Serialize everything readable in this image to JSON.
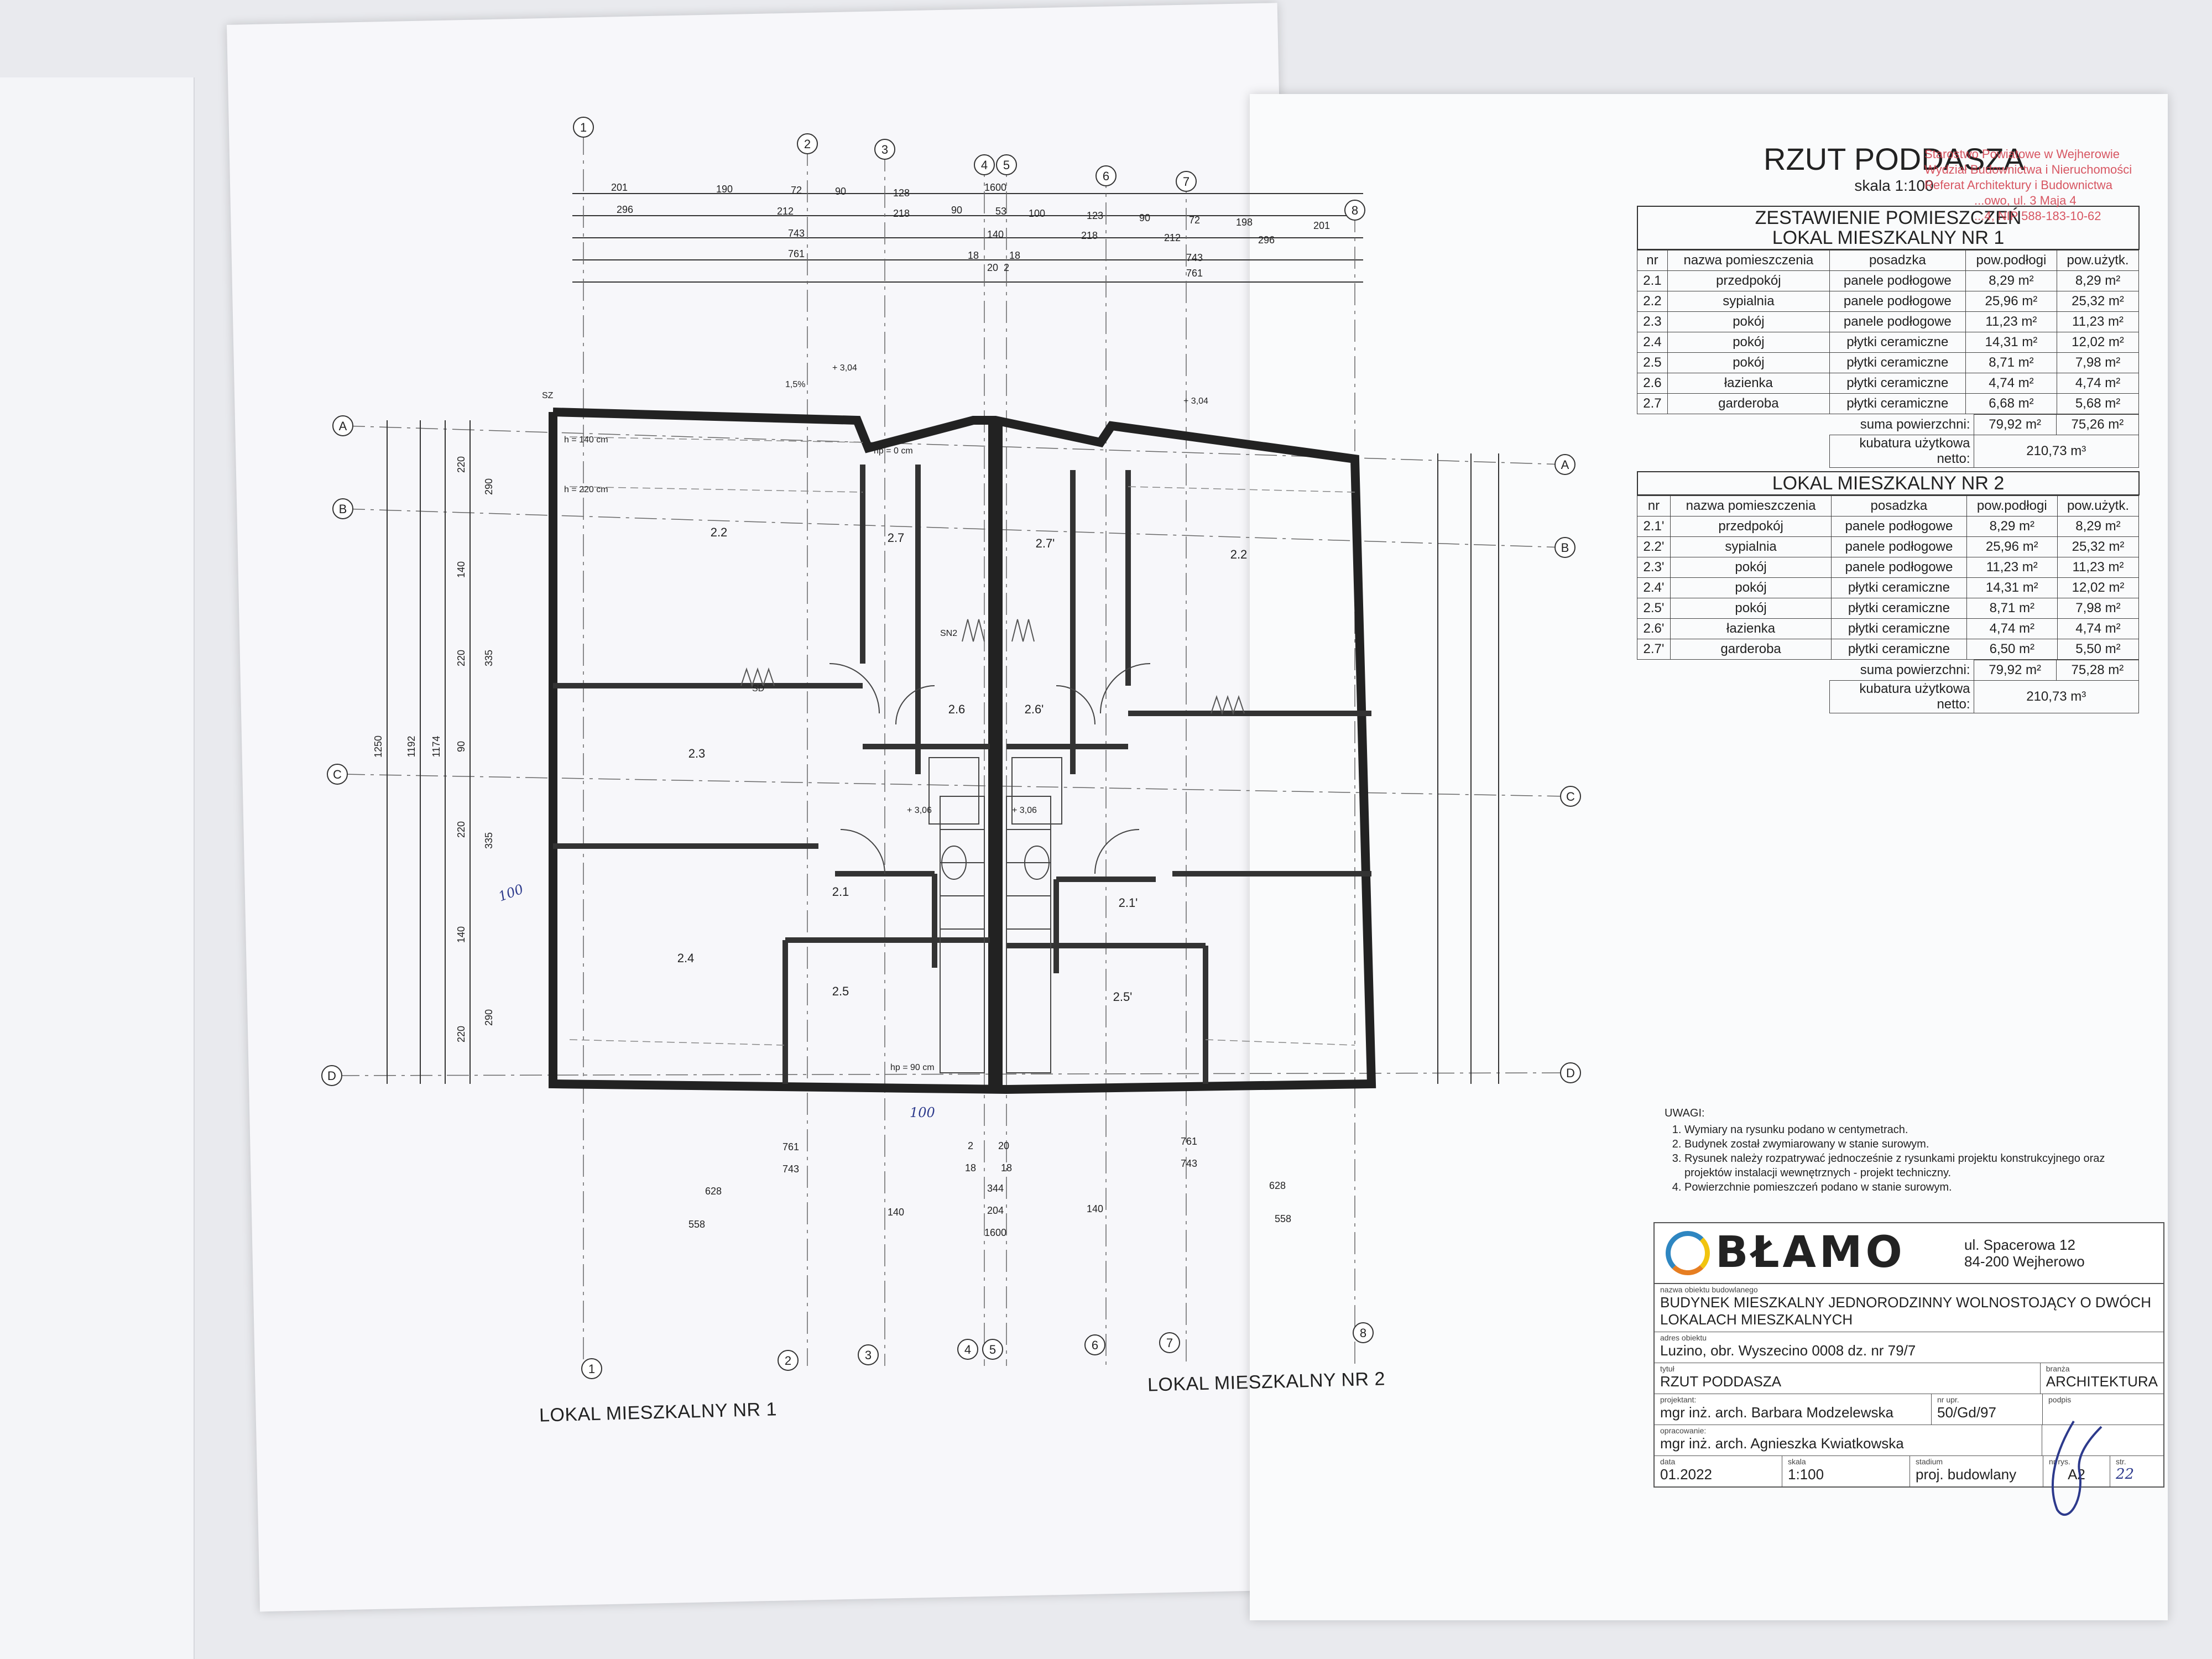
{
  "sheet": {
    "title": "RZUT PODDASZA",
    "scale_label": "skala 1:100",
    "stamp_lines": [
      "Starostwo Powiatowe w Wejherowie",
      "Wydział Budownictwa i Nieruchomości",
      "Referat Architektury i Budownictwa",
      "...owo, ul. 3 Maja 4",
      "...4, NIP 588-183-10-62"
    ]
  },
  "unit1_table": {
    "heading1": "ZESTAWIENIE POMIESZCZEŃ",
    "heading2": "LOKAL MIESZKALNY NR 1",
    "columns": [
      "nr",
      "nazwa pomieszczenia",
      "posadzka",
      "pow.podłogi",
      "pow.użytk."
    ],
    "rows": [
      [
        "2.1",
        "przedpokój",
        "panele podłogowe",
        "8,29 m²",
        "8,29 m²"
      ],
      [
        "2.2",
        "sypialnia",
        "panele podłogowe",
        "25,96 m²",
        "25,32 m²"
      ],
      [
        "2.3",
        "pokój",
        "panele podłogowe",
        "11,23 m²",
        "11,23 m²"
      ],
      [
        "2.4",
        "pokój",
        "płytki ceramiczne",
        "14,31 m²",
        "12,02 m²"
      ],
      [
        "2.5",
        "pokój",
        "płytki ceramiczne",
        "8,71 m²",
        "7,98 m²"
      ],
      [
        "2.6",
        "łazienka",
        "płytki ceramiczne",
        "4,74 m²",
        "4,74 m²"
      ],
      [
        "2.7",
        "garderoba",
        "płytki ceramiczne",
        "6,68 m²",
        "5,68 m²"
      ]
    ],
    "sum_label": "suma powierzchni:",
    "sum_floor": "79,92 m²",
    "sum_usable": "75,26 m²",
    "volume_label": "kubatura użytkowa netto:",
    "volume": "210,73 m³"
  },
  "unit2_table": {
    "heading": "LOKAL MIESZKALNY NR 2",
    "columns": [
      "nr",
      "nazwa pomieszczenia",
      "posadzka",
      "pow.podłogi",
      "pow.użytk."
    ],
    "rows": [
      [
        "2.1'",
        "przedpokój",
        "panele podłogowe",
        "8,29 m²",
        "8,29 m²"
      ],
      [
        "2.2'",
        "sypialnia",
        "panele podłogowe",
        "25,96 m²",
        "25,32 m²"
      ],
      [
        "2.3'",
        "pokój",
        "panele podłogowe",
        "11,23 m²",
        "11,23 m²"
      ],
      [
        "2.4'",
        "pokój",
        "płytki ceramiczne",
        "14,31 m²",
        "12,02 m²"
      ],
      [
        "2.5'",
        "pokój",
        "płytki ceramiczne",
        "8,71 m²",
        "7,98 m²"
      ],
      [
        "2.6'",
        "łazienka",
        "płytki ceramiczne",
        "4,74 m²",
        "4,74 m²"
      ],
      [
        "2.7'",
        "garderoba",
        "płytki ceramiczne",
        "6,50 m²",
        "5,50 m²"
      ]
    ],
    "sum_label": "suma powierzchni:",
    "sum_floor": "79,92 m²",
    "sum_usable": "75,28 m²",
    "volume_label": "kubatura użytkowa netto:",
    "volume": "210,73 m³"
  },
  "notes": {
    "title": "UWAGI:",
    "items": [
      "Wymiary na rysunku podano w centymetrach.",
      "Budynek został zwymiarowany w stanie surowym.",
      "Rysunek należy rozpatrywać jednocześnie z rysunkami projektu konstrukcyjnego oraz projektów instalacji wewnętrznych - projekt techniczny.",
      "Powierzchnie pomieszczeń podano w stanie surowym."
    ]
  },
  "company": {
    "name": "BŁAMO",
    "address1": "ul. Spacerowa 12",
    "address2": "84-200 Wejherowo",
    "logo_icon": "blamo-logo-icon"
  },
  "info": {
    "object_caption": "nazwa obiektu budowlanego",
    "object_value": "BUDYNEK MIESZKALNY JEDNORODZINNY WOLNOSTOJĄCY O DWÓCH LOKALACH MIESZKALNYCH",
    "address_caption": "adres obiektu",
    "address_value": "Luzino, obr. Wyszecino 0008 dz. nr 79/7",
    "title_caption": "tytuł",
    "title_value": "RZUT PODDASZA",
    "branch_caption": "branża",
    "branch_value": "ARCHITEKTURA",
    "designer_caption": "projektant:",
    "designer_value": "mgr inż. arch. Barbara Modzelewska",
    "license_caption": "nr upr.",
    "license_value": "50/Gd/97",
    "signature_caption": "podpis",
    "prepared_caption": "opracowanie:",
    "prepared_value": "mgr inż. arch. Agnieszka Kwiatkowska",
    "date_caption": "data",
    "date_value": "01.2022",
    "scale_caption": "skala",
    "scale_value": "1:100",
    "stage_caption": "stadium",
    "stage_value": "proj. budowlany",
    "drawing_no_caption": "nr rys.",
    "drawing_no_value": "A2",
    "page_caption": "str.",
    "page_value": "22"
  },
  "plan": {
    "unit1_label": "LOKAL MIESZKALNY NR 1",
    "unit2_label": "LOKAL MIESZKALNY NR 2",
    "axes_vertical": [
      "1",
      "2",
      "3",
      "4",
      "5",
      "6",
      "7",
      "8"
    ],
    "axes_horizontal": [
      "A",
      "B",
      "C",
      "D"
    ],
    "top_dims_row1": [
      "201",
      "190",
      "72",
      "90",
      "128",
      "1600"
    ],
    "top_dims_row2": [
      "296",
      "212",
      "218",
      "90",
      "53",
      "100",
      "123",
      "90",
      "72",
      "198",
      "201"
    ],
    "top_dims_row3": [
      "743",
      "140",
      "218",
      "212",
      "296"
    ],
    "top_dims_row4": [
      "761",
      "18",
      "18",
      "20",
      "2",
      "743",
      "761"
    ],
    "bottom_dims": [
      "761",
      "2",
      "20",
      "761",
      "743",
      "18",
      "18",
      "743",
      "628",
      "344",
      "628",
      "140",
      "204",
      "140",
      "558",
      "1600",
      "558"
    ],
    "side_dims_left": [
      "1250",
      "1192",
      "1174",
      "220",
      "290",
      "140",
      "220",
      "335",
      "90",
      "220",
      "335",
      "140",
      "290",
      "220"
    ],
    "rooms_unit1": [
      "2.2",
      "2.7",
      "2.3",
      "2.6",
      "2.1",
      "2.4",
      "2.5"
    ],
    "rooms_unit2": [
      "2.7'",
      "2.2",
      "2.6'",
      "2.1'",
      "2.5'"
    ],
    "level_marks": [
      "+ 3,04",
      "+ 3,04",
      "+ 3,06",
      "+ 3,06"
    ],
    "misc_labels": [
      "h = 140 cm",
      "h = 220 cm",
      "hp = 0 cm",
      "hp = 90 cm",
      "SD",
      "SZ",
      "SN2",
      "1,5%"
    ],
    "pen_notes": [
      "100",
      "100"
    ]
  }
}
